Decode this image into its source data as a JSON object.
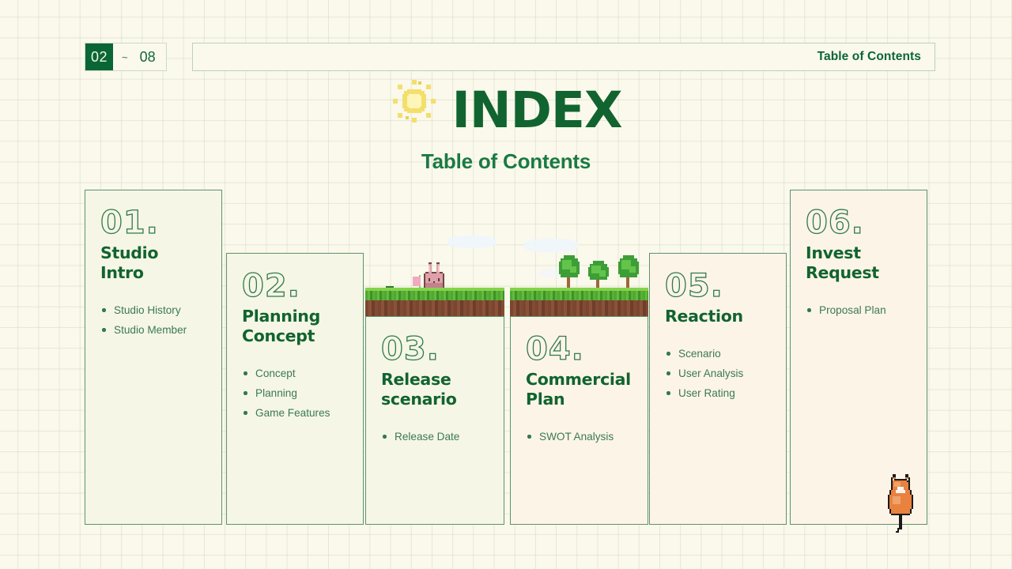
{
  "header": {
    "current_page": "02",
    "separator": "~",
    "total_pages": "08",
    "bar_title": "Table of Contents"
  },
  "title": {
    "main": "INDEX",
    "subtitle": "Table of Contents",
    "sun_icon": "sun-icon"
  },
  "cards": [
    {
      "number": "01.",
      "title": "Studio\nIntro",
      "title_line1": "Studio",
      "title_line2": "Intro",
      "bullets": [
        "Studio History",
        "Studio Member"
      ]
    },
    {
      "number": "02.",
      "title_line1": "Planning",
      "title_line2": "Concept",
      "bullets": [
        "Concept",
        "Planning",
        "Game Features"
      ]
    },
    {
      "number": "03.",
      "title_line1": "Release",
      "title_line2": "scenario",
      "bullets": [
        "Release Date"
      ]
    },
    {
      "number": "04.",
      "title_line1": "Commercial",
      "title_line2": "Plan",
      "bullets": [
        "SWOT Analysis"
      ]
    },
    {
      "number": "05.",
      "title_line1": "Reaction",
      "title_line2": "",
      "bullets": [
        "Scenario",
        "User Analysis",
        "User Rating"
      ]
    },
    {
      "number": "06.",
      "title_line1": "Invest",
      "title_line2": "Request",
      "bullets": [
        "Proposal Plan"
      ]
    }
  ],
  "decorations": {
    "rabbit_icon": "rabbit-icon",
    "tree_icon": "tree-icon",
    "cat_icon": "cat-icon",
    "cloud_icon": "cloud-icon",
    "flower_icon": "flower-icon",
    "bush_icon": "bush-icon"
  },
  "colors": {
    "dark_green": "#0a6634",
    "title_green": "#11642f",
    "bullet_green": "#3a7a52",
    "card_border": "#5b9468",
    "card_bg": "#f6f6e6",
    "card_bg_warm": "#fdf4e8",
    "page_bg": "#fbf8ec",
    "grass": "#4fa832",
    "dirt": "#7a4630",
    "sun_yellow": "#f5e06a",
    "rabbit_pink": "#d9909a",
    "cat_orange": "#e8823e"
  }
}
